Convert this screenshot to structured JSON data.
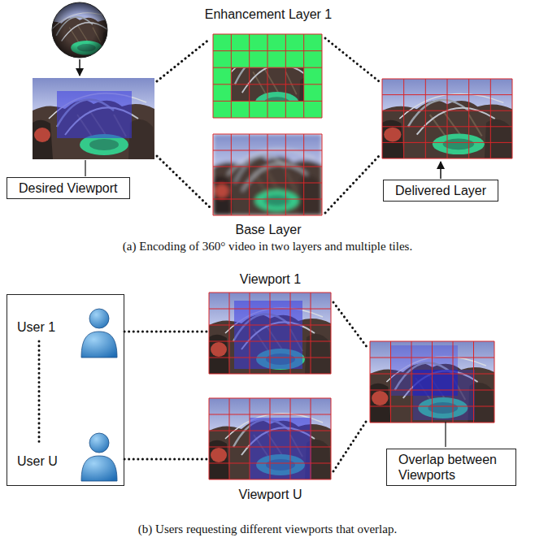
{
  "diagram": {
    "nodes": [
      {
        "text": [
          "Enhancement Layer 1"
        ]
      },
      {
        "text": [
          "Base Layer"
        ]
      },
      {
        "text": [
          "Desired Viewport"
        ]
      },
      {
        "text": [
          "Delivered Layer"
        ]
      },
      {
        "text": [
          "User 1",
          "User U"
        ]
      },
      {
        "text": [
          "Viewport 1"
        ]
      },
      {
        "text": [
          "Viewport U"
        ]
      },
      {
        "text": [
          "Overlap between Viewports"
        ]
      }
    ],
    "edges": [
      {
        "from": 4,
        "to": 5,
        "arrow": "none"
      },
      {
        "from": 4,
        "to": 6,
        "arrow": "none"
      }
    ],
    "labels": [
      "(a) Encoding of 360° video in two layers and multiple tiles.",
      "(b) Users requesting different viewports that overlap."
    ]
  }
}
